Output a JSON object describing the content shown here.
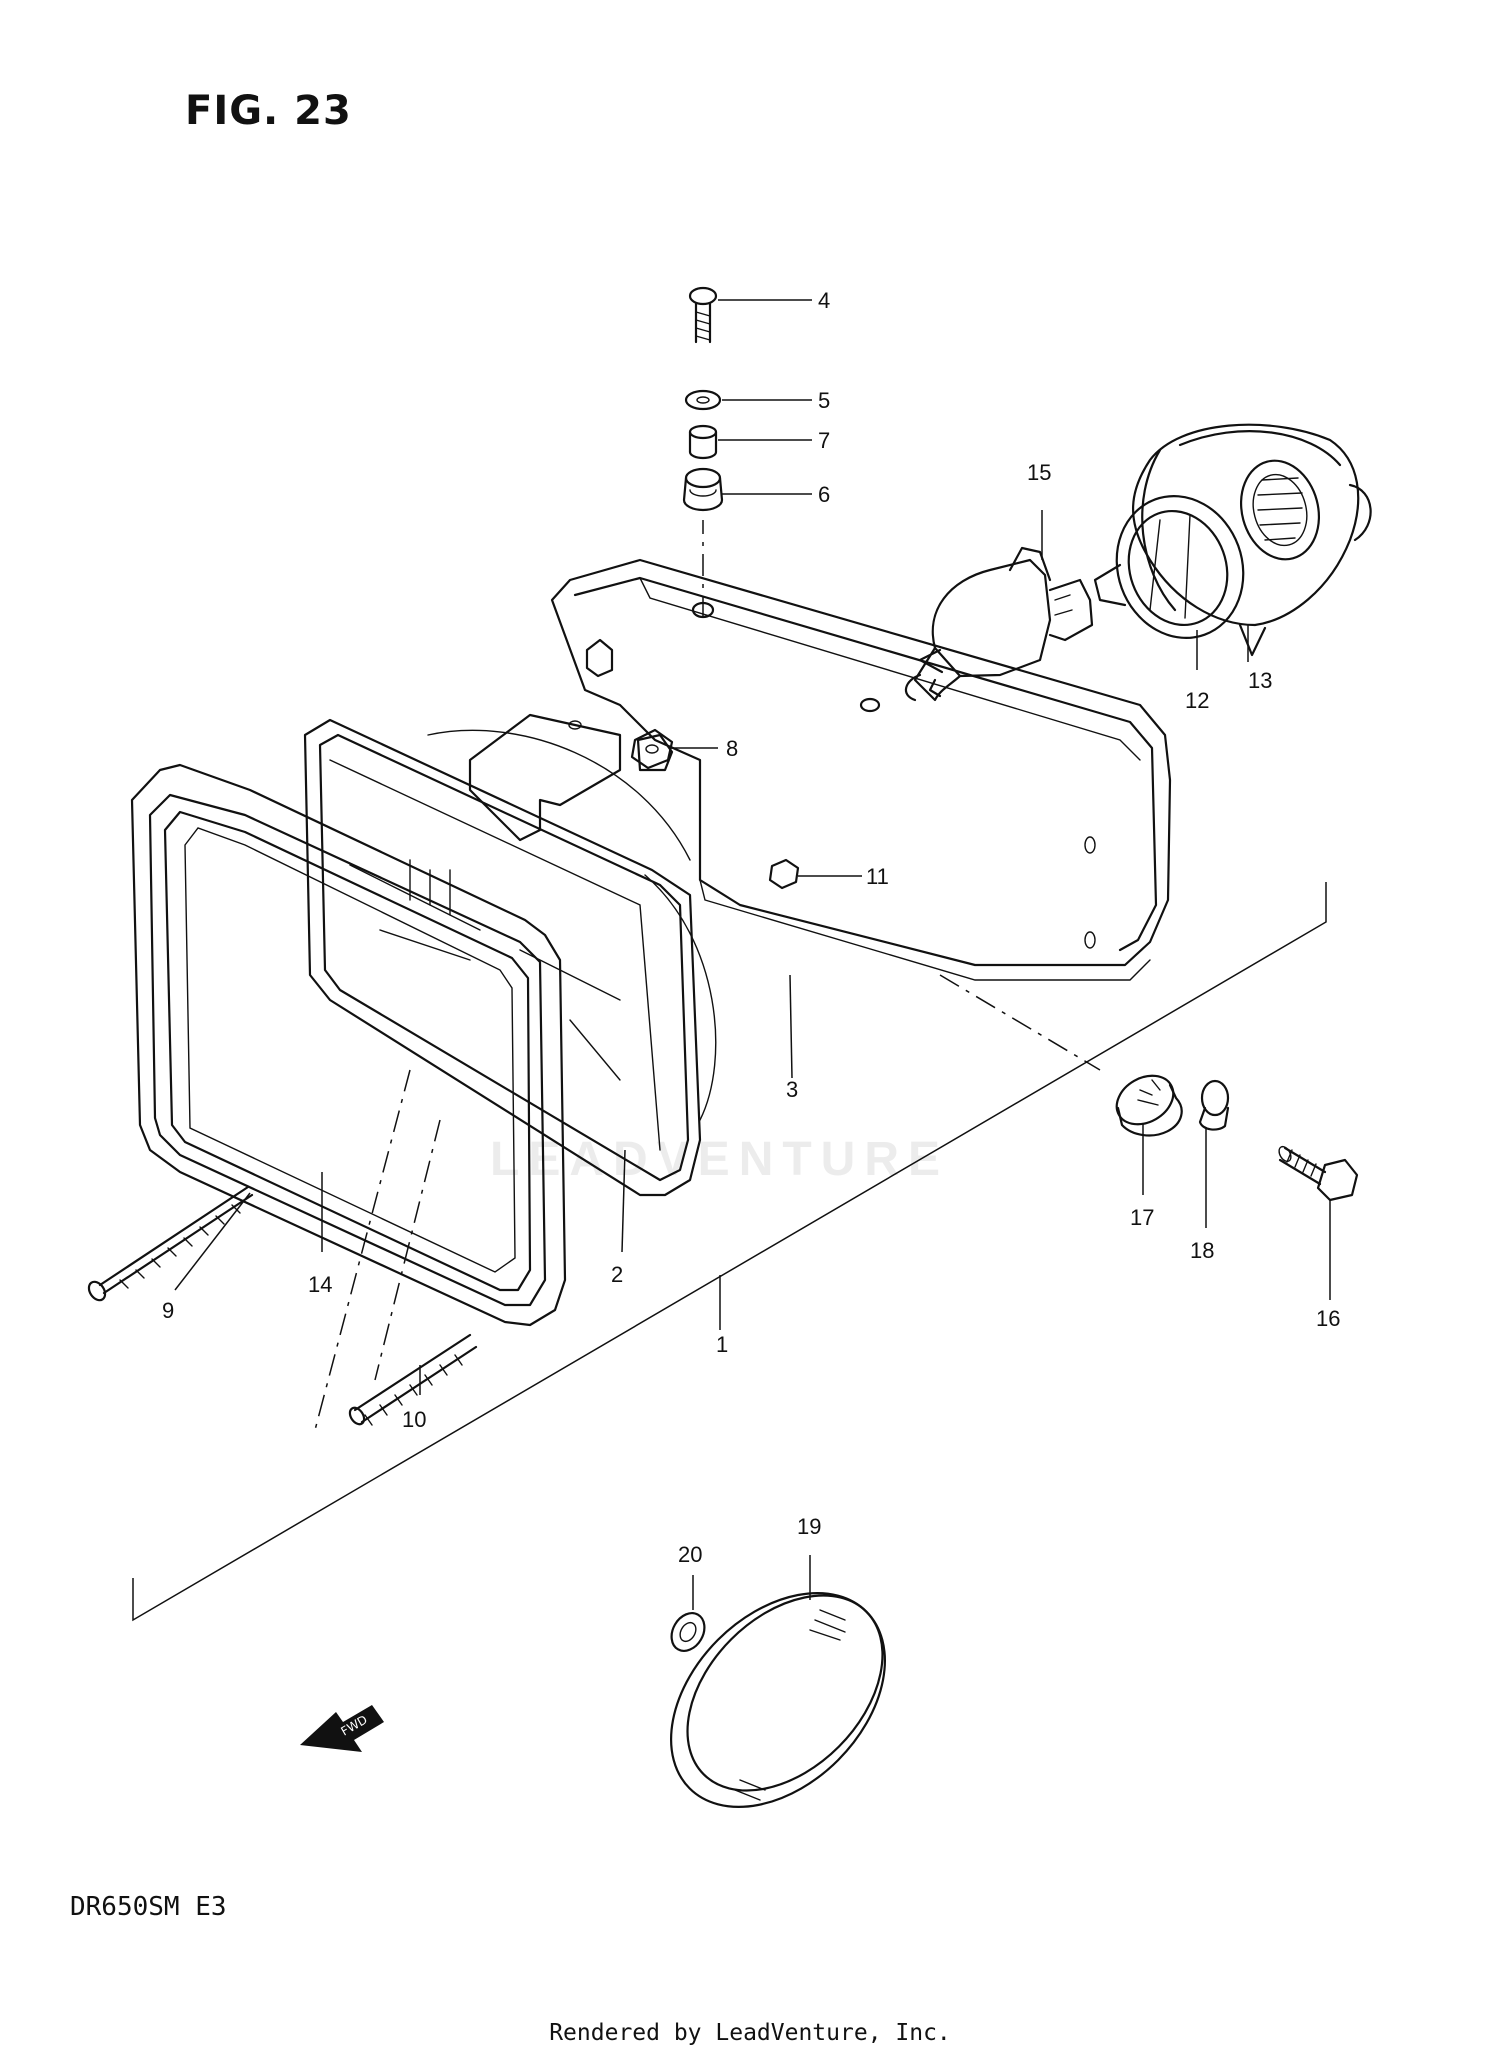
{
  "figure": {
    "title": "FIG. 23",
    "model": "DR650SM  E3",
    "credit": "Rendered by LeadVenture, Inc.",
    "watermark": "LEADVENTURE"
  },
  "callouts": [
    {
      "id": "c1",
      "label": "1"
    },
    {
      "id": "c2",
      "label": "2"
    },
    {
      "id": "c3",
      "label": "3"
    },
    {
      "id": "c4",
      "label": "4"
    },
    {
      "id": "c5",
      "label": "5"
    },
    {
      "id": "c6",
      "label": "6"
    },
    {
      "id": "c7",
      "label": "7"
    },
    {
      "id": "c8",
      "label": "8"
    },
    {
      "id": "c9",
      "label": "9"
    },
    {
      "id": "c10",
      "label": "10"
    },
    {
      "id": "c11",
      "label": "11"
    },
    {
      "id": "c12",
      "label": "12"
    },
    {
      "id": "c13",
      "label": "13"
    },
    {
      "id": "c14",
      "label": "14"
    },
    {
      "id": "c15",
      "label": "15"
    },
    {
      "id": "c16",
      "label": "16"
    },
    {
      "id": "c17",
      "label": "17"
    },
    {
      "id": "c18",
      "label": "18"
    },
    {
      "id": "c19",
      "label": "19"
    },
    {
      "id": "c20",
      "label": "20"
    }
  ],
  "direction_arrow": {
    "label": "FWD"
  }
}
